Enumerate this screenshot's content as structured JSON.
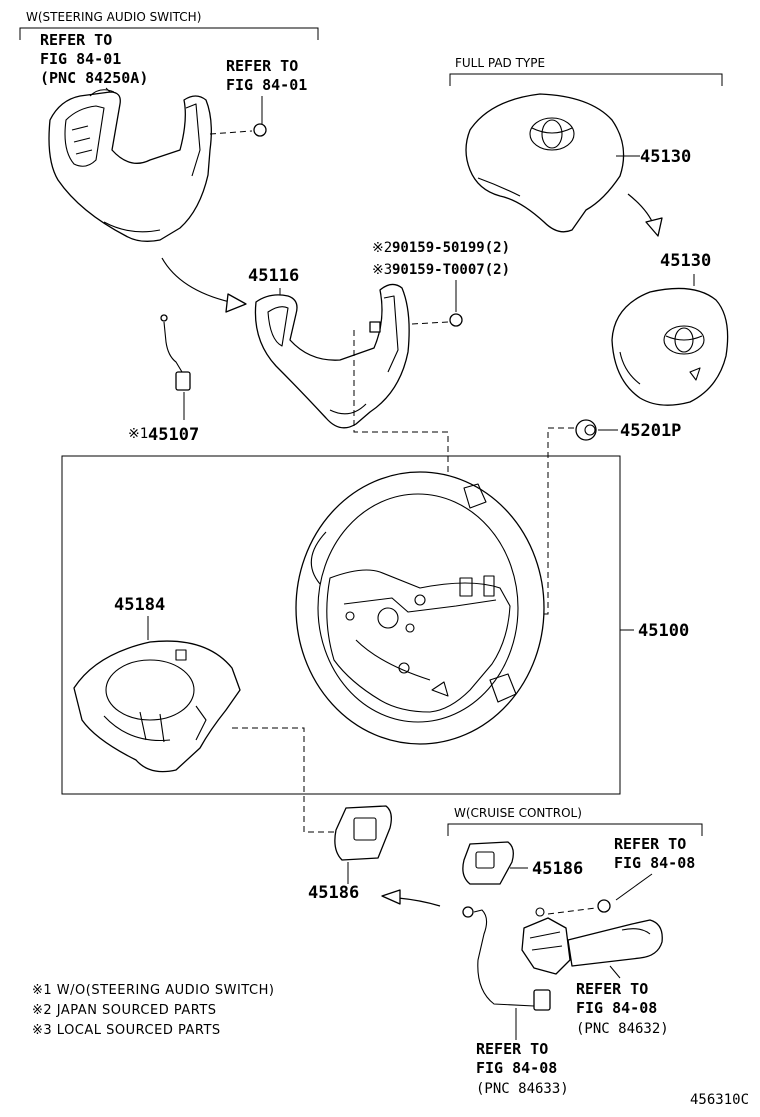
{
  "headers": {
    "steering_audio_switch": "W(STEERING AUDIO SWITCH)",
    "full_pad_type": "FULL PAD TYPE",
    "cruise_control": "W(CRUISE CONTROL)"
  },
  "references": {
    "ref1": {
      "l1": "REFER TO",
      "l2": "FIG 84-01",
      "l3": "(PNC 84250A)"
    },
    "ref2": {
      "l1": "REFER TO",
      "l2": "FIG 84-01"
    },
    "ref3": {
      "l1": "REFER TO",
      "l2": "FIG 84-08"
    },
    "ref4": {
      "l1": "REFER TO",
      "l2": "FIG 84-08",
      "l3": "(PNC 84632)"
    },
    "ref5": {
      "l1": "REFER TO",
      "l2": "FIG 84-08",
      "l3": "(PNC 84633)"
    }
  },
  "parts": {
    "p45116": "45116",
    "p45107": "45107",
    "p45107_mark": "※1",
    "screw1": "90159-50199(2)",
    "screw1_mark": "※2",
    "screw2": "90159-T0007(2)",
    "screw2_mark": "※3",
    "p45130a": "45130",
    "p45130b": "45130",
    "p45201p": "45201P",
    "p45184": "45184",
    "p45100": "45100",
    "p45186a": "45186",
    "p45186b": "45186"
  },
  "notes": [
    "※1 W/O(STEERING AUDIO SWITCH)",
    "※2 JAPAN SOURCED PARTS",
    "※3 LOCAL SOURCED PARTS"
  ],
  "figure_id": "456310C"
}
